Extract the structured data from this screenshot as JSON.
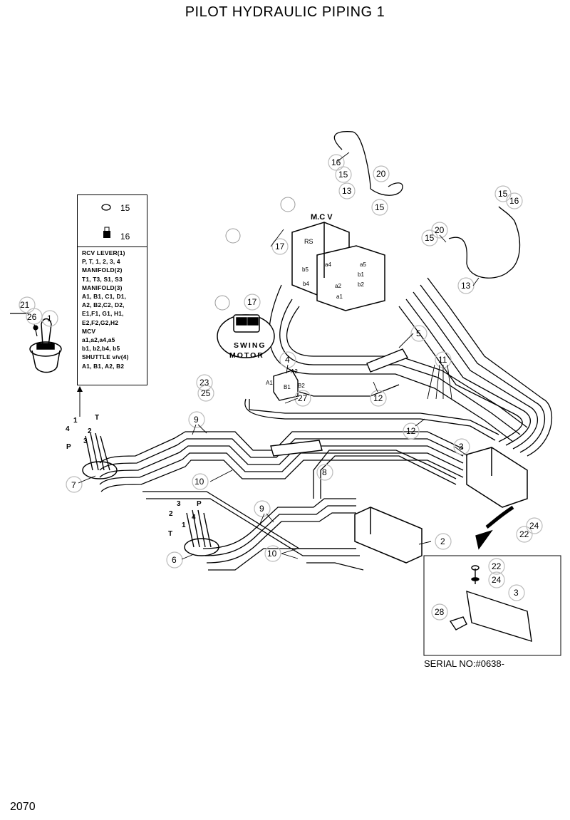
{
  "header": {
    "title": "PILOT HYDRAULIC PIPING 1"
  },
  "footer": {
    "page_number": "2070",
    "serial_note": "SERIAL NO:#0638-"
  },
  "legend": {
    "top_refs": [
      "15",
      "16"
    ],
    "lines": [
      "RCV LEVER(1)",
      "P, T, 1, 2, 3, 4",
      "MANIFOLD(2)",
      "T1, T3, S1, S3",
      "MANIFOLD(3)",
      "A1, B1, C1, D1,",
      "A2, B2,C2, D2,",
      "E1,F1, G1, H1,",
      "E2,F2,G2,H2",
      "MCV",
      "a1,a2,a4,a5",
      "b1, b2,b4, b5",
      "SHUTTLE v/v(4)",
      "A1, B1, A2, B2"
    ]
  },
  "components": {
    "mcv_label": "M.C V",
    "swing_motor_line1": "SWING",
    "swing_motor_line2": "MOTOR"
  },
  "callouts": [
    {
      "n": "1"
    },
    {
      "n": "2"
    },
    {
      "n": "3"
    },
    {
      "n": "4"
    },
    {
      "n": "5"
    },
    {
      "n": "6"
    },
    {
      "n": "7"
    },
    {
      "n": "8"
    },
    {
      "n": "9"
    },
    {
      "n": "10"
    },
    {
      "n": "11"
    },
    {
      "n": "12"
    },
    {
      "n": "13"
    },
    {
      "n": "15"
    },
    {
      "n": "16"
    },
    {
      "n": "17"
    },
    {
      "n": "20"
    },
    {
      "n": "21"
    },
    {
      "n": "22"
    },
    {
      "n": "23"
    },
    {
      "n": "24"
    },
    {
      "n": "25"
    },
    {
      "n": "26"
    },
    {
      "n": "27"
    },
    {
      "n": "28"
    }
  ],
  "port_labels": [
    "P",
    "T",
    "1",
    "2",
    "3",
    "4",
    "A1",
    "B1",
    "A2",
    "B2",
    "a1",
    "a2",
    "a4",
    "a5",
    "b1",
    "b2",
    "b4",
    "b5",
    "RS"
  ]
}
